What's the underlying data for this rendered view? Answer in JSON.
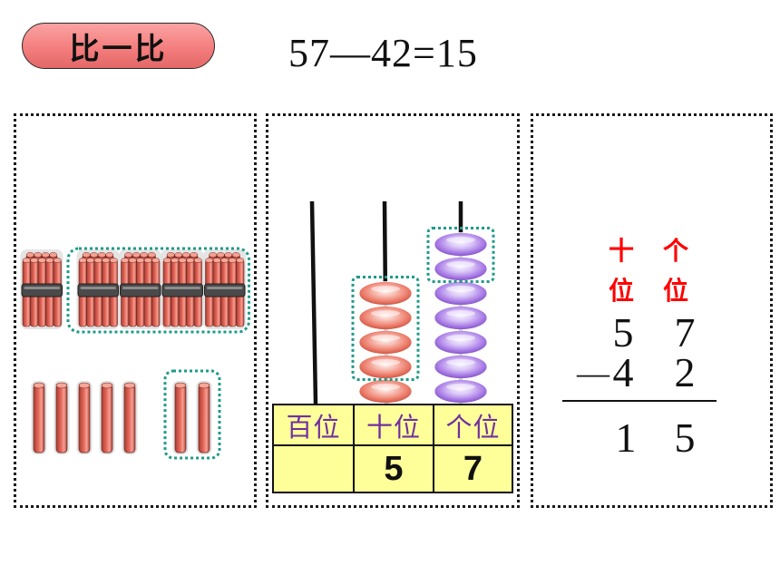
{
  "header": {
    "badge_label": "比一比",
    "equation": "57—42=15"
  },
  "colors": {
    "badge_fill": "#f47e7e",
    "dashed_highlight": "#1f9a8a",
    "stick_red": "#e6685a",
    "bead_red": "#ec7a68",
    "bead_purple": "#a97ce6",
    "table_fill": "#ffff99",
    "table_header_text": "#7030a0",
    "place_header_red": "#ff0000"
  },
  "sticks": {
    "bundles_total": 5,
    "bundles_circled": 4,
    "singles_total": 7,
    "singles_circled": 2
  },
  "abacus": {
    "tens_beads": 5,
    "tens_circled": 4,
    "ones_beads": 7,
    "ones_circled": 2,
    "table": {
      "headers": [
        "百位",
        "十位",
        "个位"
      ],
      "values": [
        "",
        "5",
        "7"
      ]
    }
  },
  "vertical": {
    "place_headers": [
      {
        "line1": "十",
        "line2": "位"
      },
      {
        "line1": "个",
        "line2": "位"
      }
    ],
    "minuend": [
      "5",
      "7"
    ],
    "operator": "—",
    "subtrahend": [
      "4",
      "2"
    ],
    "difference": [
      "1",
      "5"
    ]
  }
}
